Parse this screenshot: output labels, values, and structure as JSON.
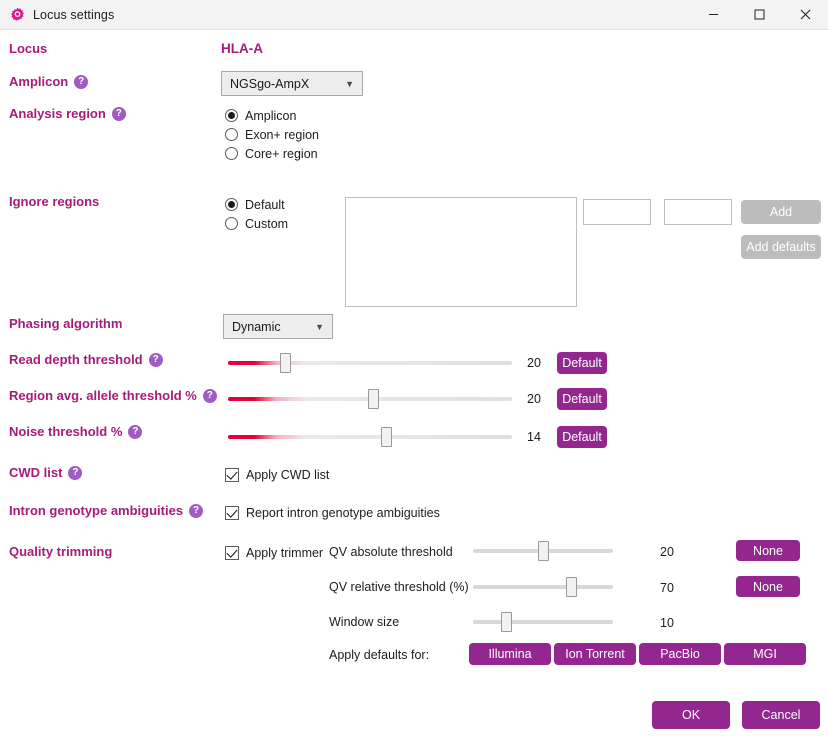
{
  "window": {
    "title": "Locus settings",
    "icon": "gear-icon",
    "minimize": "—",
    "maximize": "☐",
    "close": "✕"
  },
  "help_glyph": "?",
  "colors": {
    "accent": "#93268f",
    "label": "#a51c7b",
    "help_bubble": "#a05cc0",
    "slider_hot": "#e4003a",
    "disabled": "#bcbcbc"
  },
  "fields": {
    "locus": {
      "label": "Locus",
      "value": "HLA-A"
    },
    "amplicon": {
      "label": "Amplicon",
      "has_help": true,
      "selected": "NGSgo-AmpX",
      "options": [
        "NGSgo-AmpX"
      ]
    },
    "analysis_region": {
      "label": "Analysis region",
      "has_help": true,
      "options": [
        {
          "label": "Amplicon",
          "checked": true
        },
        {
          "label": "Exon+ region",
          "checked": false
        },
        {
          "label": "Core+ region",
          "checked": false
        }
      ]
    },
    "ignore_regions": {
      "label": "Ignore regions",
      "options": [
        {
          "label": "Default",
          "checked": true
        },
        {
          "label": "Custom",
          "checked": false
        }
      ],
      "list_items": [],
      "start_value": "",
      "end_value": "",
      "add_label": "Add",
      "add_defaults_label": "Add defaults",
      "add_disabled": true,
      "add_defaults_disabled": true
    },
    "phasing_algorithm": {
      "label": "Phasing algorithm",
      "selected": "Dynamic",
      "options": [
        "Dynamic"
      ]
    },
    "read_depth_threshold": {
      "label": "Read depth threshold",
      "has_help": true,
      "value": "20",
      "button": "Default",
      "thumb_pct": 20
    },
    "region_avg_allele_threshold": {
      "label": "Region avg. allele threshold %",
      "has_help": true,
      "value": "20",
      "button": "Default",
      "thumb_pct": 51
    },
    "noise_threshold": {
      "label": "Noise threshold %",
      "has_help": true,
      "value": "14",
      "button": "Default",
      "thumb_pct": 56
    },
    "cwd_list": {
      "label": "CWD list",
      "has_help": true,
      "checkbox_label": "Apply CWD list",
      "checked": true
    },
    "intron_genotype_ambiguities": {
      "label": "Intron genotype ambiguities",
      "has_help": true,
      "checkbox_label": "Report intron genotype ambiguities",
      "checked": true
    },
    "quality_trimming": {
      "label": "Quality trimming",
      "apply_trimmer_label": "Apply trimmer",
      "apply_trimmer_checked": true,
      "rows": [
        {
          "label": "QV absolute threshold",
          "value": "20",
          "button": "None",
          "thumb_pct": 50
        },
        {
          "label": "QV relative threshold (%)",
          "value": "70",
          "button": "None",
          "thumb_pct": 70
        },
        {
          "label": "Window size",
          "value": "10",
          "button": null,
          "thumb_pct": 24
        }
      ],
      "defaults_label": "Apply defaults for:",
      "defaults": [
        "Illumina",
        "Ion Torrent",
        "PacBio",
        "MGI"
      ]
    }
  },
  "footer": {
    "ok": "OK",
    "cancel": "Cancel"
  }
}
